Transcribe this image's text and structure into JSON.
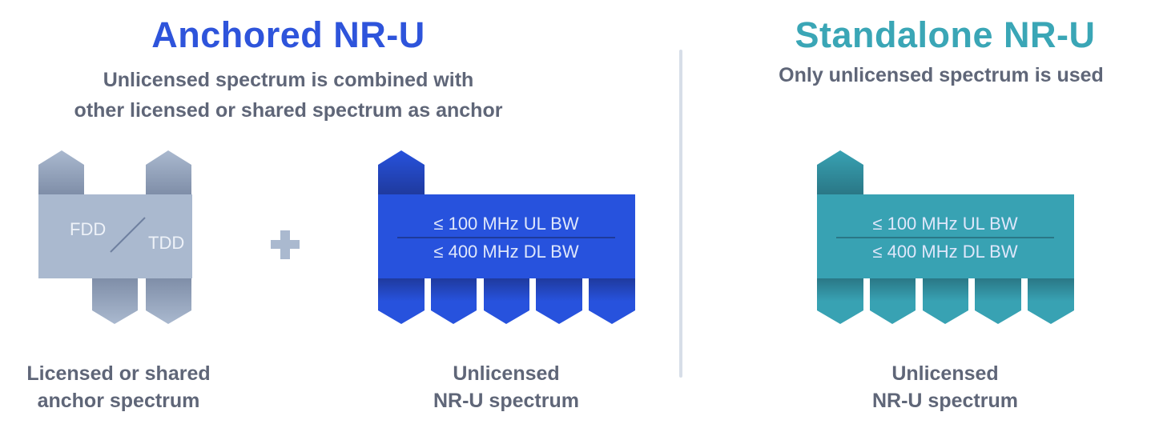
{
  "anchored": {
    "title": "Anchored NR-U",
    "subtitle_line1": "Unlicensed spectrum is combined with",
    "subtitle_line2": "other licensed or shared spectrum as anchor",
    "anchor_block": {
      "label_left": "FDD",
      "label_right": "TDD"
    },
    "plus_symbol": "+",
    "anchor_caption_line1": "Licensed or shared",
    "anchor_caption_line2": "anchor spectrum",
    "unlicensed_block": {
      "ul": "≤ 100 MHz UL BW",
      "dl": "≤ 400 MHz DL BW"
    },
    "unlicensed_caption_line1": "Unlicensed",
    "unlicensed_caption_line2": "NR-U spectrum"
  },
  "standalone": {
    "title": "Standalone NR-U",
    "subtitle": "Only unlicensed spectrum is used",
    "block": {
      "ul": "≤ 100 MHz UL BW",
      "dl": "≤ 400 MHz DL BW"
    },
    "caption_line1": "Unlicensed",
    "caption_line2": "NR-U spectrum"
  },
  "colors": {
    "blue": "#2752DD",
    "teal": "#38A2B3",
    "gray": "#AAB9CF",
    "text": "#5F6678"
  }
}
